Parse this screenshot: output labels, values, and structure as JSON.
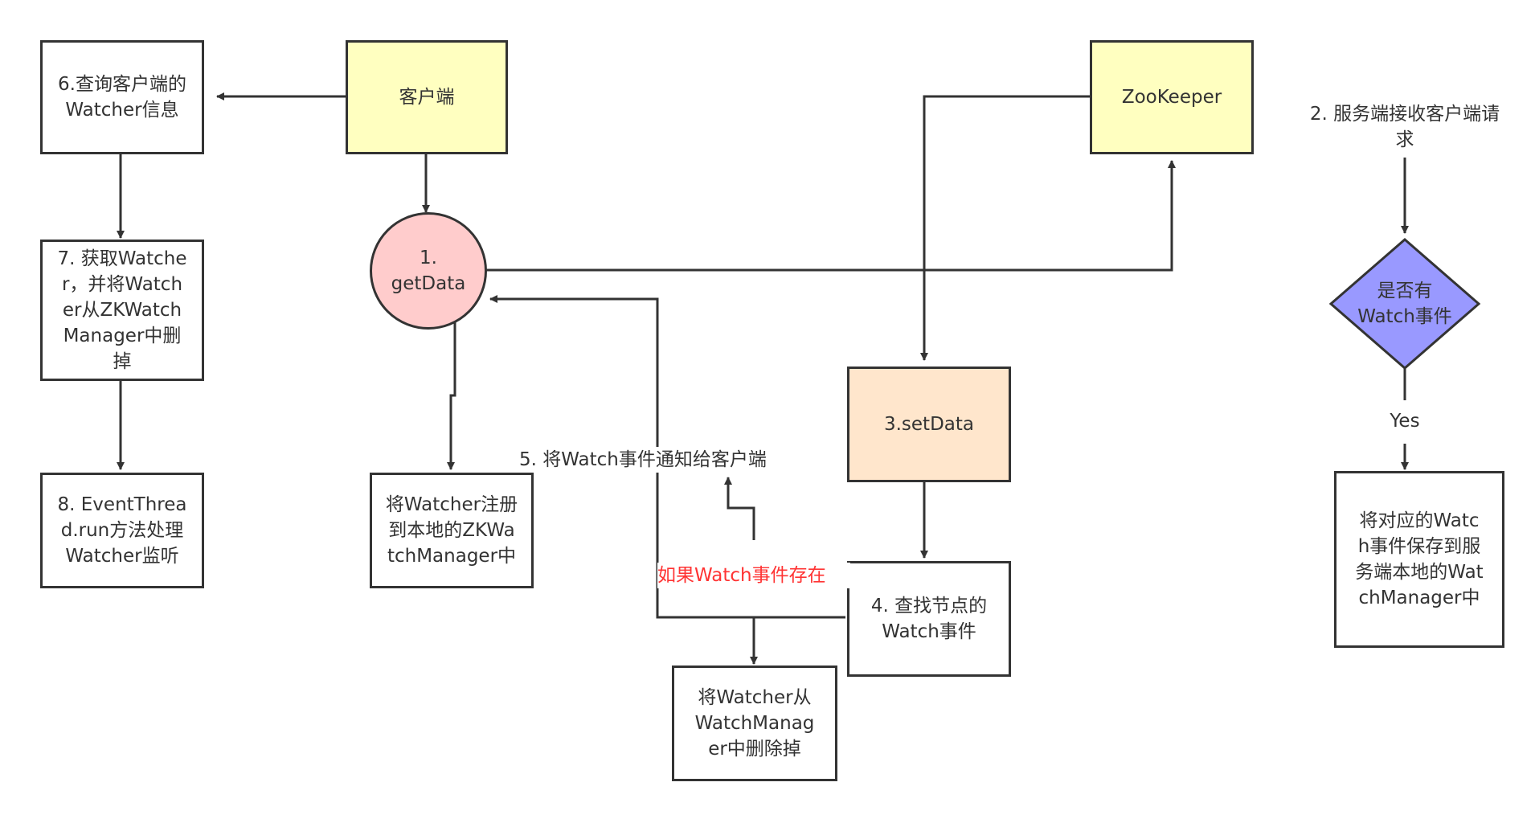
{
  "nodes": {
    "client": "客户端",
    "zookeeper": "ZooKeeper",
    "query_client": "6.查询客户端的Watcher信息",
    "get_watcher": "7. 获取Watcher，并将Watcher从ZKWatchManager中删掉",
    "event_thread": "8. EventThread.run方法处理Watcher监听",
    "get_data": "1.\ngetData",
    "register_local": "将Watcher注册到本地的ZKWatchManager中",
    "set_data": "3.setData",
    "find_event": "4. 查找节点的Watch事件",
    "remove_watch": "将Watcher从WatchManager中删除掉",
    "server_receive": "2. 服务端接收客户端请求",
    "has_watch": "是否有\nWatch事件",
    "save_watch": "将对应的Watch事件保存到服务端本地的WatchManager中"
  },
  "labels": {
    "notify_client": "5. 将Watch事件通知给客户端",
    "if_exists": "如果Watch事件存在",
    "yes": "Yes"
  },
  "colors": {
    "line": "#333333",
    "yellow_fill": "#ffffc0",
    "circle_fill": "#ffcccc",
    "peach_fill": "#ffe6cc",
    "diamond_fill": "#9999ff",
    "red_text": "#ff3333"
  }
}
